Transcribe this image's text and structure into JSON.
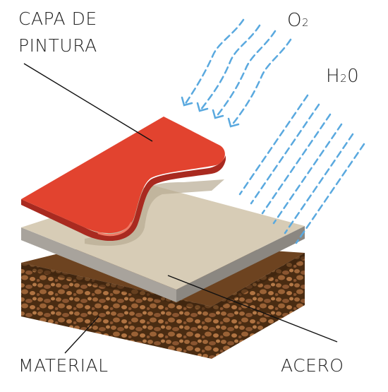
{
  "labels": {
    "paint_layer_line1": "CAPA DE",
    "paint_layer_line2": "PINTURA",
    "oxygen_base": "O",
    "oxygen_sub": "2",
    "water_base": "H",
    "water_sub": "2",
    "water_tail": "0",
    "material": "MATERIAL",
    "steel": "ACERO"
  },
  "colors": {
    "paint": "#e2432f",
    "paint_dark": "#a92a20",
    "paint_highlight": "#f07a66",
    "steel_top": "#d7ccb6",
    "steel_side": "#a8a39c",
    "steel_side_dark": "#8b8781",
    "material_top": "#6d4320",
    "material_side": "#4a2c12",
    "material_pebble": "#a0673a",
    "arrows": "#5aa9df",
    "text": "#222222",
    "leader": "#111111"
  },
  "icons": {
    "oxygen_flow": "dashed-wavy-arrows",
    "water_flow": "dashed-straight-lines"
  }
}
